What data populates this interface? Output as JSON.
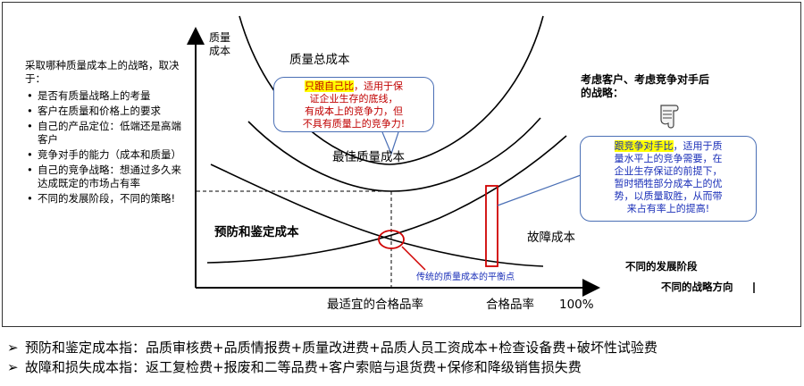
{
  "left_panel": {
    "intro": "采取哪种质量成本上的战略，取决于：",
    "items": [
      "是否有质量战略上的考量",
      "客户在质量和价格上的要求",
      "自己的产品定位：低端还是高端客户",
      "竞争对手的能力（成本和质量）",
      "自己的竞争战略：想通过多久来达成既定的市场占有率",
      "不同的发展阶段，不同的策略!"
    ]
  },
  "diagram": {
    "y_axis_label": [
      "质量",
      "成本"
    ],
    "total_cost_label": "质量总成本",
    "best_cost_label": "最佳质量成本",
    "prevention_label": "预防和鉴定成本",
    "failure_label": "故障成本",
    "balance_label": "传统的质量成本的平衡点",
    "x_optimal_label": "最适宜的合格品率",
    "x_axis_label": "合格品率",
    "x_axis_max": "100%",
    "dev_stage_label": "不同的发展阶段",
    "strategy_direction_label": "不同的战略方向",
    "consider_label_1": "考虑客户、考虑竞争对手后",
    "consider_label_2": "的战略："
  },
  "callout_self": {
    "highlight": "只跟自己比",
    "rest_1": "，适用于保",
    "line_2": "证企业生存的底线，",
    "line_3": "有成本上的竞争力，但",
    "line_4": "不具有质量上的竞争力!"
  },
  "callout_competitor": {
    "highlight": "跟竞争对手比",
    "rest_1": "，适用于质",
    "line_2": "量水平上的竞争需要，在",
    "line_3": "企业生存保证的前提下，",
    "line_4": "暂时牺牲部分成本上的优",
    "line_5": "势，以质量取胜，从而带",
    "line_6": "来占有率上的提高!"
  },
  "bottom_notes": {
    "prevention_def": "预防和鉴定成本指：品质审核费+品质情报费+质量改进费+品质人员工资成本+检查设备费+破坏性试验费",
    "failure_def": "故障和损失成本指：返工复检费+报废和二等品费+客户索赔与退货费+保修和降级销售损失费"
  },
  "colors": {
    "highlight_bg": "#ffff00",
    "callout_self_text": "#c00000",
    "callout_competitor_text": "#1a2fb8",
    "marker_red": "#d00000",
    "callout_border": "#4a6fb5"
  }
}
